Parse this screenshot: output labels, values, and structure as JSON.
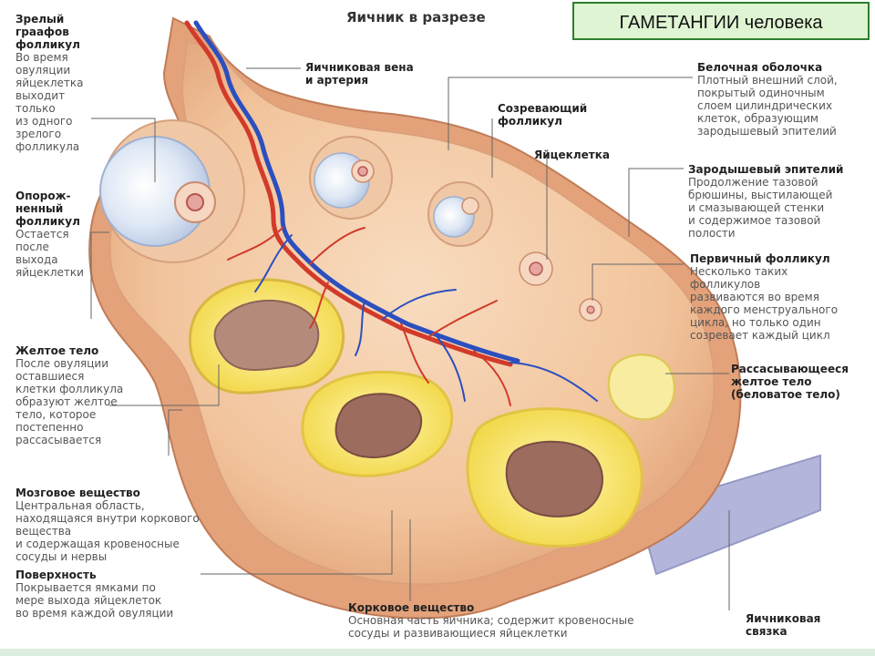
{
  "title": "Яичник в разрезе",
  "badge": "ГАМЕТАНГИИ человека",
  "annotations": {
    "mature_follicle": {
      "heading": "Зрелый\nграафов\nфолликул",
      "text": "Во время\nовуляции\nяйцеклетка\nвыходит только\nиз одного\nзрелого\nфолликула"
    },
    "empty_follicle": {
      "heading": "Опорож-\nненный\nфолликул",
      "text": "Остается\nпосле\nвыхода\nяйцеклетки"
    },
    "corpus_luteum": {
      "heading": "Желтое тело",
      "text": "После овуляции\nоставшиеся\nклетки фолликула\nобразуют желтое\nтело, которое\nпостепенно\nрассасывается"
    },
    "medulla": {
      "heading": "Мозговое вещество",
      "text": "Центральная область,\nнаходящаяся внутри коркового\nвещества\nи содержащая кровеносные\nсосуды и нервы"
    },
    "surface": {
      "heading": "Поверхность",
      "text": "Покрывается ямками по\nмере выхода яйцеклеток\nво время каждой овуляции"
    },
    "cortex": {
      "heading": "Корковое вещество",
      "text": "Основная часть яичника; содержит кровеносные\nсосуды и развивающиеся яйцеклетки"
    },
    "vein_artery": {
      "heading": "Яичниковая вена\nи артерия"
    },
    "maturing_follicle": {
      "heading": "Созревающий\nфолликул"
    },
    "ovum": {
      "heading": "Яйцеклетка"
    },
    "tunica": {
      "heading": "Белочная оболочка",
      "text": "Плотный внешний слой,\nпокрытый одиночным\nслоем цилиндрических\nклеток, образующим\nзародышевый эпителий"
    },
    "germinal_epithelium": {
      "heading": "Зародышевый эпителий",
      "text": "Продолжение тазовой\nбрюшины, выстилающей\nи смазывающей стенки\nи содержимое тазовой\nполости"
    },
    "primary_follicle": {
      "heading": "Первичный фолликул",
      "text": "Несколько таких\nфолликулов\nразвиваются во время\nкаждого менструального\nцикла, но только один\nсозревает каждый цикл"
    },
    "regressing_cl": {
      "heading": "Рассасывающееся\nжелтое тело\n(беловатое тело)"
    },
    "ligament": {
      "heading": "Яичниковая\nсвязка"
    }
  },
  "colors": {
    "tissue": "#f4c9a4",
    "tissue_dark": "#e3a27a",
    "vein": "#2c4fbf",
    "artery": "#d23a2a",
    "yellow": "#f6e56a",
    "ligament": "#b3b6da",
    "badge_bg": "#dff4d2",
    "badge_border": "#2f7d2f"
  }
}
